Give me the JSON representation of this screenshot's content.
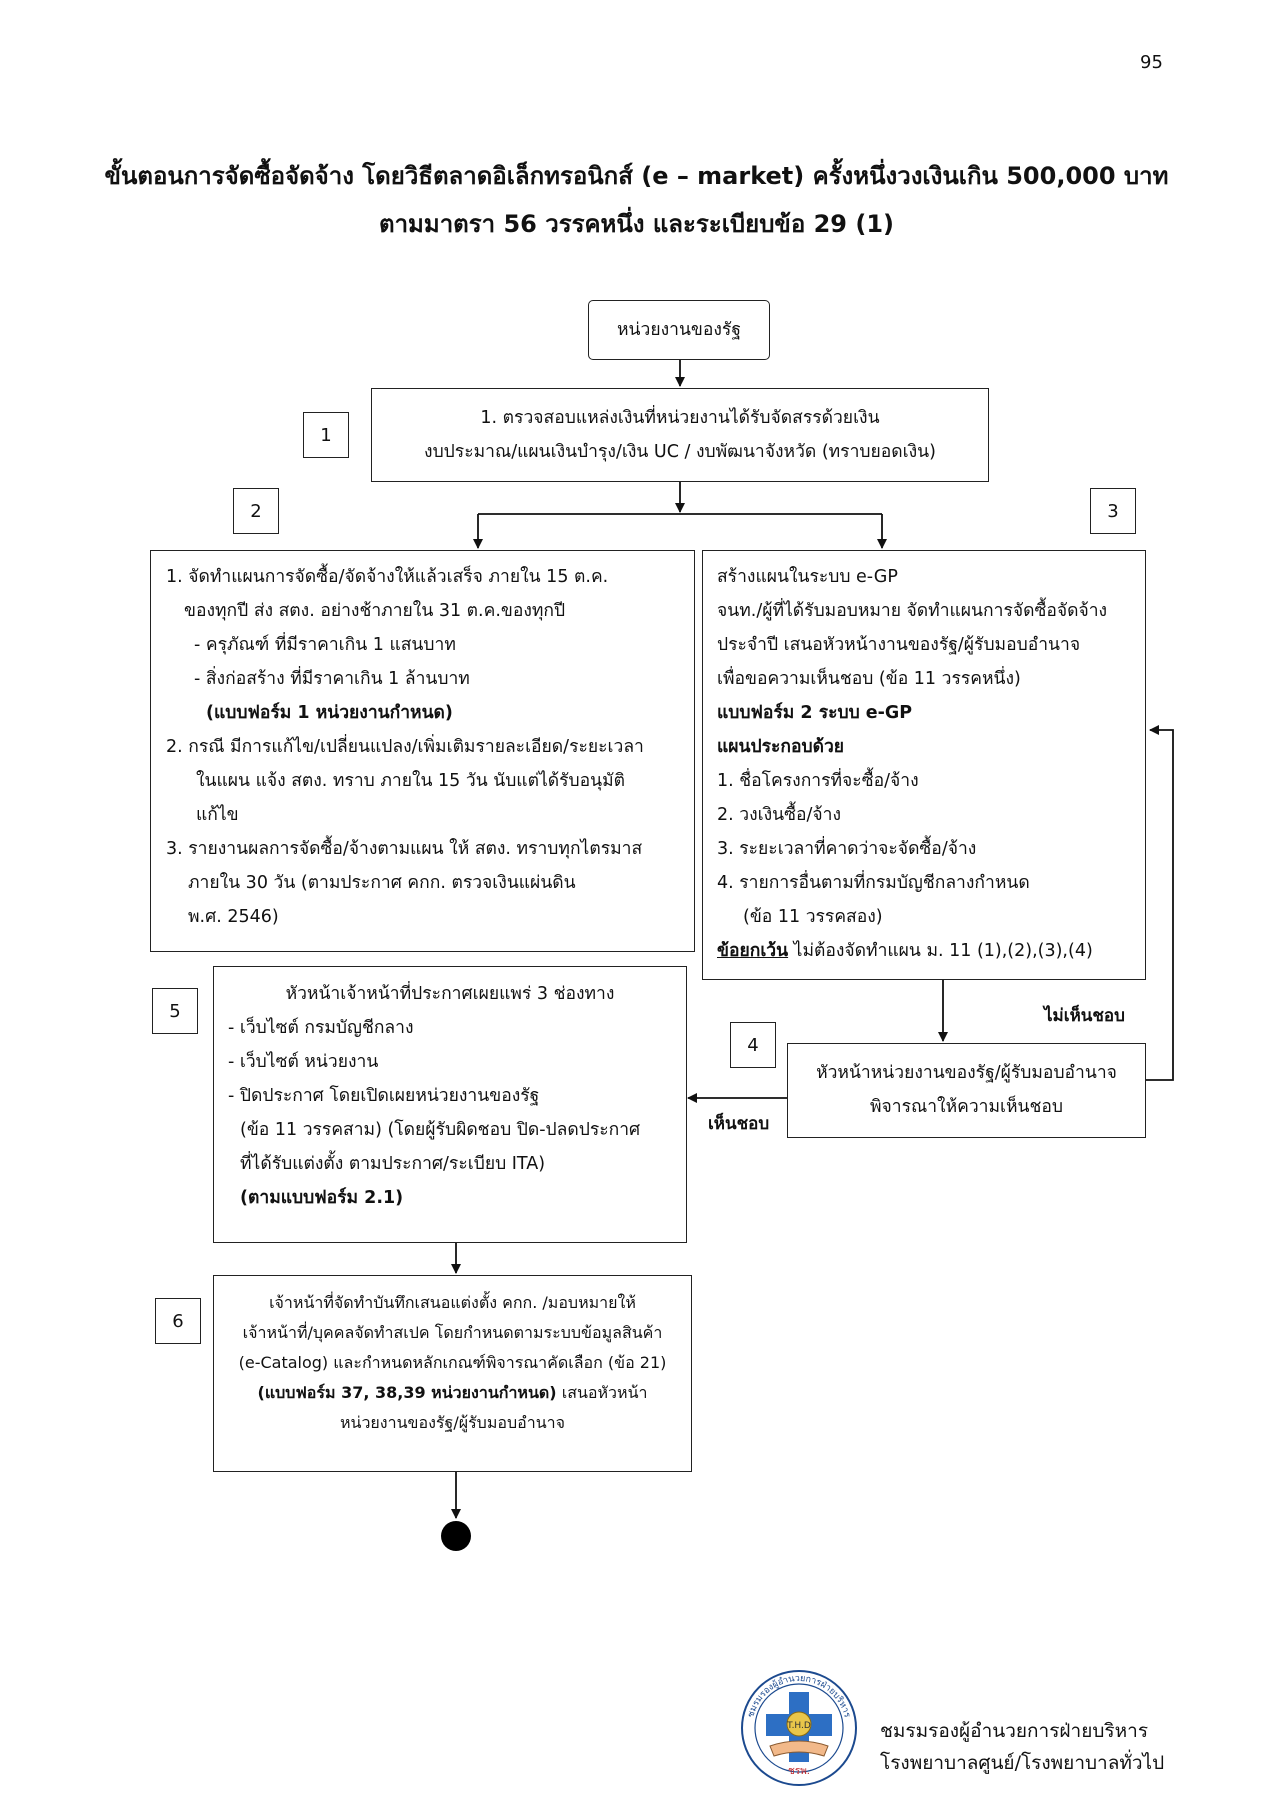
{
  "page_number": "95",
  "title": {
    "line1": "ขั้นตอนการจัดซื้อจัดจ้าง โดยวิธีตลาดอิเล็กทรอนิกส์ (e – market) ครั้งหนึ่งวงเงินเกิน 500,000 บาท",
    "line2": "ตามมาตรา 56 วรรคหนึ่ง และระเบียบข้อ 29 (1)"
  },
  "flow": {
    "start": "หน่วยงานของรัฐ",
    "step1": {
      "number": "1",
      "lines": [
        "1. ตรวจสอบแหล่งเงินที่หน่วยงานได้รับจัดสรรด้วยเงิน",
        "งบประมาณ/แผนเงินบำรุง/เงิน UC / งบพัฒนาจังหวัด (ทราบยอดเงิน)"
      ]
    },
    "step2": {
      "number": "2",
      "lines": [
        "1. จัดทำแผนการจัดซื้อ/จัดจ้างให้แล้วเสร็จ ภายใน 15 ต.ค.",
        "ของทุกปี ส่ง  สตง.  อย่างช้าภายใน 31 ต.ค.ของทุกปี",
        "- ครุภัณฑ์ ที่มีราคาเกิน 1 แสนบาท",
        "- สิ่งก่อสร้าง ที่มีราคาเกิน  1 ล้านบาท",
        "(แบบฟอร์ม 1 หน่วยงานกำหนด)",
        "2. กรณี มีการแก้ไข/เปลี่ยนแปลง/เพิ่มเติมรายละเอียด/ระยะเวลา",
        "ในแผน แจ้ง สตง. ทราบ ภายใน 15 วัน นับแต่ได้รับอนุมัติ",
        "แก้ไข",
        "3. รายงานผลการจัดซื้อ/จ้างตามแผน ให้ สตง. ทราบทุกไตรมาส",
        "ภายใน 30 วัน (ตามประกาศ คกก. ตรวจเงินแผ่นดิน",
        "พ.ศ. 2546)"
      ]
    },
    "step3": {
      "number": "3",
      "lines": [
        "สร้างแผนในระบบ e-GP",
        "จนท./ผู้ที่ได้รับมอบหมาย จัดทำแผนการจัดซื้อจัดจ้าง",
        "ประจำปี เสนอหัวหน้างานของรัฐ/ผู้รับมอบอำนาจ",
        "เพื่อขอความเห็นชอบ (ข้อ 11 วรรคหนึ่ง)",
        "แบบฟอร์ม 2 ระบบ e-GP",
        "แผนประกอบด้วย",
        "1. ชื่อโครงการที่จะซื้อ/จ้าง",
        "2. วงเงินซื้อ/จ้าง",
        "3. ระยะเวลาที่คาดว่าจะจัดซื้อ/จ้าง",
        "4. รายการอื่นตามที่กรมบัญชีกลางกำหนด",
        "(ข้อ 11 วรรคสอง)"
      ],
      "exception_label": "ข้อยกเว้น",
      "exception_text": "  ไม่ต้องจัดทำแผน ม. 11 (1),(2),(3),(4)"
    },
    "step4": {
      "number": "4",
      "lines": [
        "หัวหน้าหน่วยงานของรัฐ/ผู้รับมอบอำนาจ",
        "พิจารณาให้ความเห็นชอบ"
      ]
    },
    "label_disapprove": "ไม่เห็นชอบ",
    "label_approve": "เห็นชอบ",
    "step5": {
      "number": "5",
      "lines": [
        "หัวหน้าเจ้าหน้าที่ประกาศเผยแพร่ 3 ช่องทาง",
        "- เว็บไซต์ กรมบัญชีกลาง",
        "- เว็บไซต์ หน่วยงาน",
        "- ปิดประกาศ โดยเปิดเผยหน่วยงานของรัฐ",
        "(ข้อ 11 วรรคสาม) (โดยผู้รับผิดชอบ ปิด-ปลดประกาศ",
        "ที่ได้รับแต่งตั้ง ตามประกาศ/ระเบียบ ITA)",
        "(ตามแบบฟอร์ม 2.1)"
      ]
    },
    "step6": {
      "number": "6",
      "lines": [
        "เจ้าหน้าที่จัดทำบันทึกเสนอแต่งตั้ง คกก. /มอบหมายให้",
        "เจ้าหน้าที่/บุคคลจัดทำสเปค โดยกำหนดตามระบบข้อมูลสินค้า",
        "(e-Catalog)  และกำหนดหลักเกณฑ์พิจารณาคัดเลือก (ข้อ 21)",
        "เสนอหัวหน้า",
        "หน่วยงานของรัฐ/ผู้รับมอบอำนาจ"
      ],
      "bold_form": "(แบบฟอร์ม 37, 38,39 หน่วยงานกำหนด)"
    }
  },
  "footer": {
    "logo_text_top": "ชมรมรองผู้อำนวยการฝ่ายบริหาร",
    "logo_text_center": "T.H.D",
    "logo_text_bottom": "ชรพ.",
    "line1": "ชมรมรองผู้อำนวยการฝ่ายบริหาร",
    "line2": "โรงพยาบาลศูนย์/โรงพยาบาลทั่วไป"
  }
}
